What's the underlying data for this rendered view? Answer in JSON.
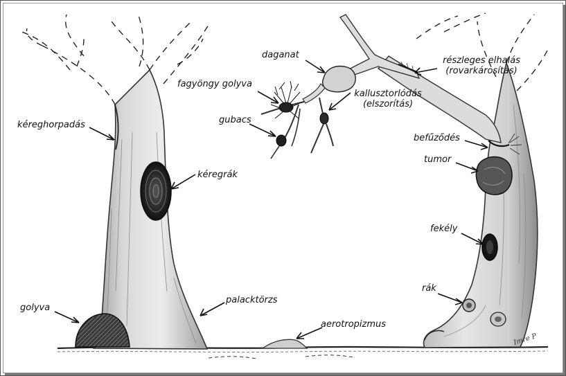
{
  "labels": {
    "kereghorpadas": "kéreghorpadás",
    "keregrak": "kéregrák",
    "golyva": "golyva",
    "palacktorzs": "palacktörzs",
    "aerotropizmus": "aerotropizmus",
    "daganat": "daganat",
    "fagyongy_golyva": "fagyöngy golyva",
    "gubacs": "gubacs",
    "kallusztorlodas_line1": "kallusztorlódás",
    "kallusztorlodas_line2": "(elszorítás)",
    "reszleges_elhalas_line1": "részleges elhalás",
    "reszleges_elhalas_line2": "(rovarkárosítás)",
    "befuzodes": "befűződés",
    "tumor": "tumor",
    "fekely": "fekély",
    "rak": "rák"
  },
  "signature": "Imre P",
  "colors": {
    "ink": "#1a1a1a",
    "bark_light": "#e9e9e9",
    "bark_shade": "#a8a8a8",
    "canker_dark": "#2a2a2a"
  }
}
